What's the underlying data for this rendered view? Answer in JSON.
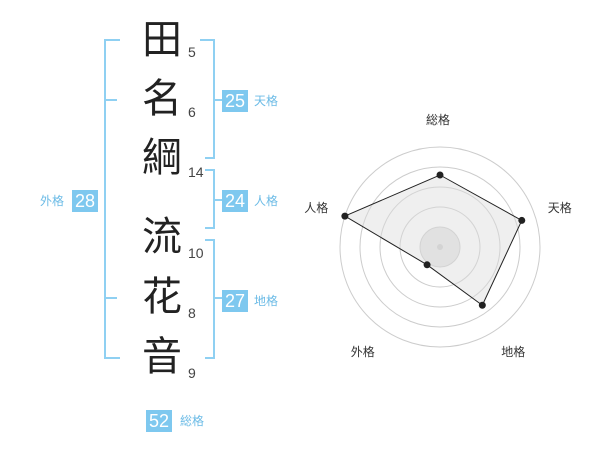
{
  "name": {
    "chars": [
      {
        "char": "田",
        "strokes": "5"
      },
      {
        "char": "名",
        "strokes": "6"
      },
      {
        "char": "綱",
        "strokes": "14"
      },
      {
        "char": "流",
        "strokes": "10"
      },
      {
        "char": "花",
        "strokes": "8"
      },
      {
        "char": "音",
        "strokes": "9"
      }
    ]
  },
  "kaku": {
    "tenkaku": {
      "value": "25",
      "label": "天格"
    },
    "jinkaku": {
      "value": "24",
      "label": "人格"
    },
    "chikaku": {
      "value": "27",
      "label": "地格"
    },
    "gaikaku": {
      "value": "28",
      "label": "外格"
    },
    "soukaku": {
      "value": "52",
      "label": "総格"
    }
  },
  "colors": {
    "accent": "#7ec8ef",
    "bracket": "#8fd0f2",
    "grid": "#cccccc",
    "fill": "#f0f0f0"
  },
  "chart_data": {
    "type": "radar",
    "axes": [
      "総格",
      "天格",
      "地格",
      "外格",
      "人格"
    ],
    "values": [
      0.72,
      0.86,
      0.72,
      0.22,
      1.0
    ],
    "rings": 5
  }
}
